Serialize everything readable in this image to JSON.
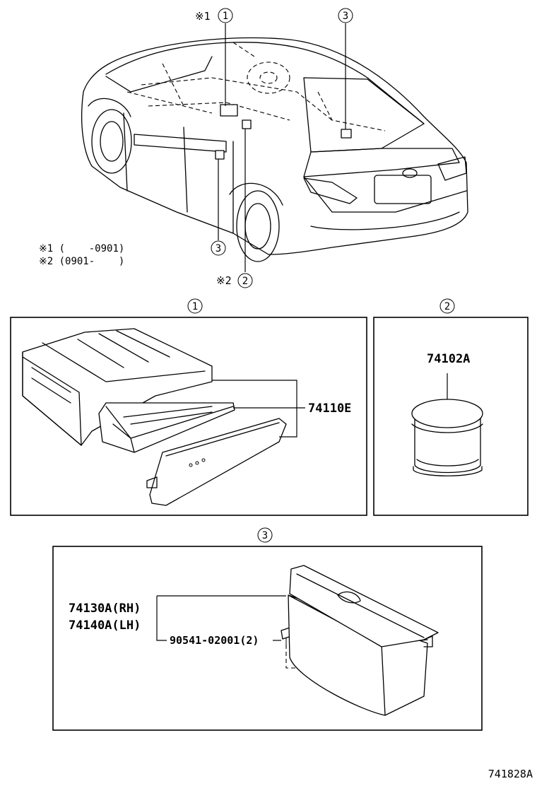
{
  "overview": {
    "note_mark1": "※1",
    "note_mark2": "※2",
    "callout_1": "1",
    "callout_2": "2",
    "callout_3": "3",
    "legend": [
      "※1 (    -0901)",
      "※2 (0901-    )"
    ]
  },
  "panels": {
    "panel1": {
      "callout": "1",
      "part": "74110E"
    },
    "panel2": {
      "callout": "2",
      "part": "74102A"
    },
    "panel3": {
      "callout": "3",
      "part_rh": "74130A(RH)",
      "part_lh": "74140A(LH)",
      "screw": "90541-02001(2)"
    }
  },
  "footer": {
    "code": "741828A"
  }
}
